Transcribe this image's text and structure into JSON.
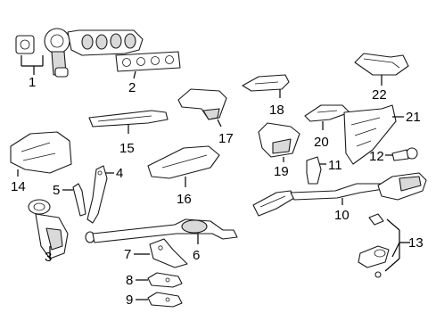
{
  "diagram": {
    "callouts": {
      "c1": "1",
      "c2": "2",
      "c3": "3",
      "c4": "4",
      "c5": "5",
      "c6": "6",
      "c7": "7",
      "c8": "8",
      "c9": "9",
      "c10": "10",
      "c11": "11",
      "c12": "12",
      "c13": "13",
      "c14": "14",
      "c15": "15",
      "c16": "16",
      "c17": "17",
      "c18": "18",
      "c19": "19",
      "c20": "20",
      "c21": "21",
      "c22": "22"
    },
    "colors": {
      "line": "#1a1a1a",
      "shade": "#d9d9d9",
      "background": "#ffffff"
    }
  }
}
